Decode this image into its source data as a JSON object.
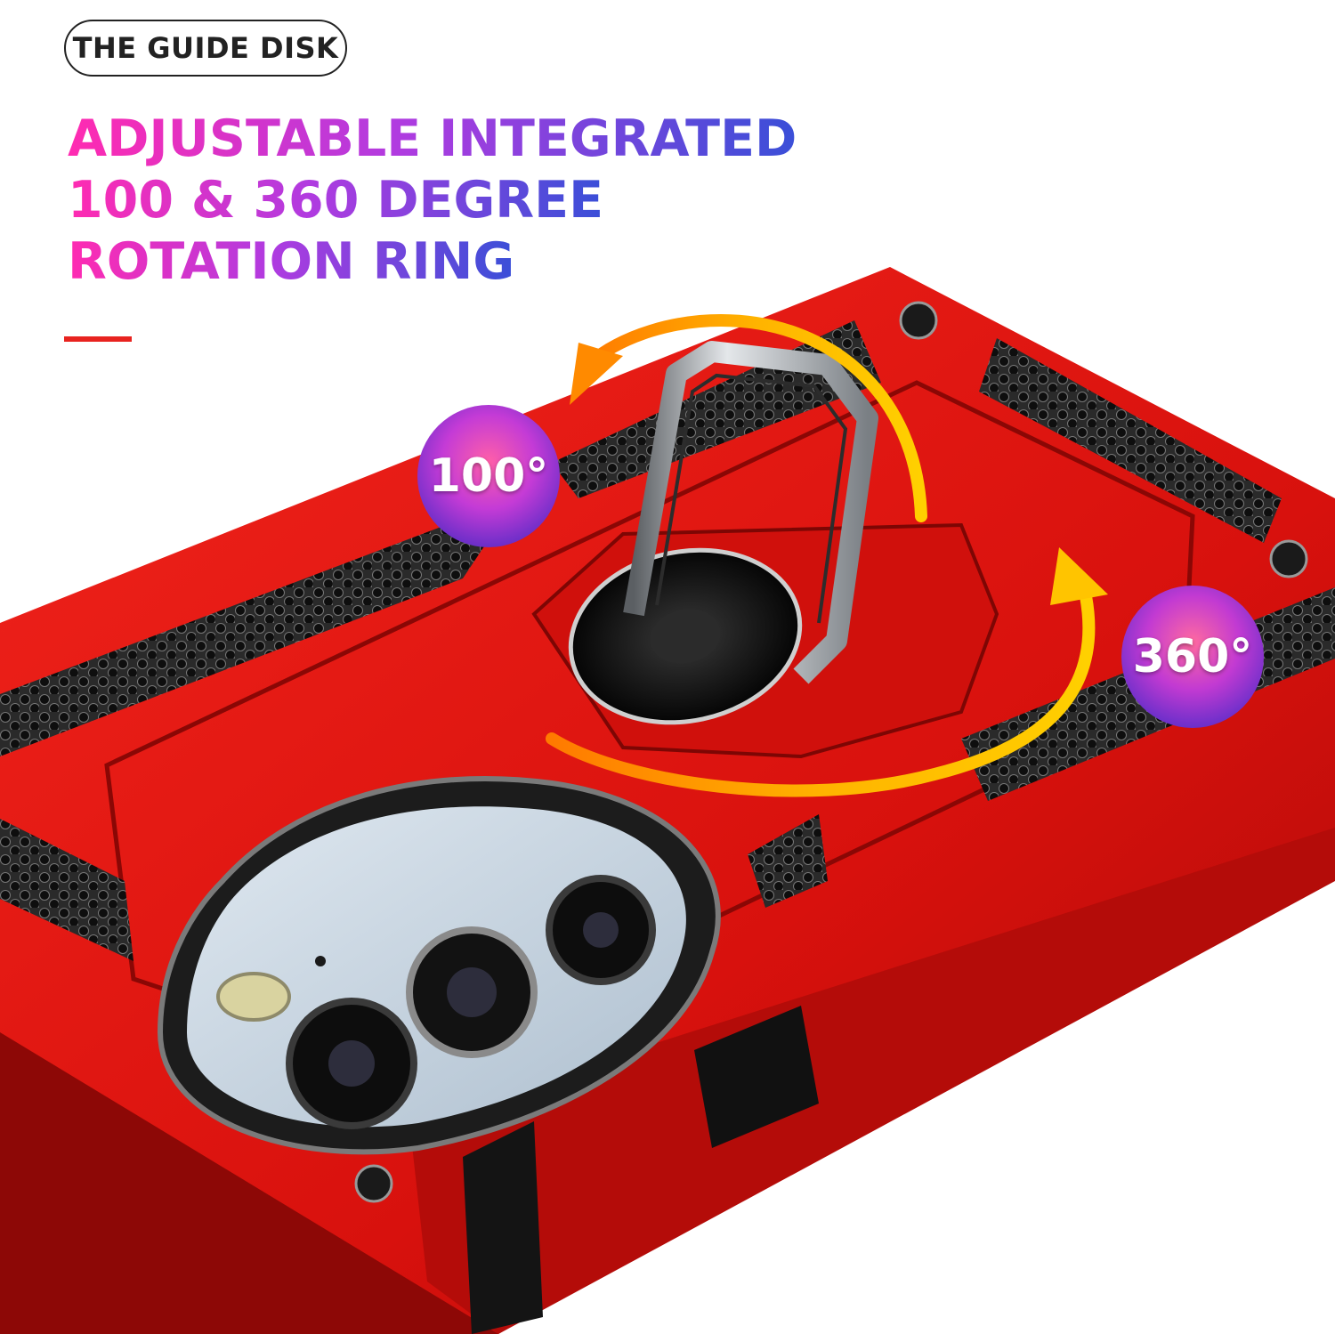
{
  "label": {
    "text": "THE GUIDE DISK"
  },
  "headline": {
    "line1": "ADJUSTABLE INTEGRATED",
    "line2": "100 & 360 DEGREE",
    "line3": "ROTATION RING"
  },
  "badges": {
    "rotation_100": "100°",
    "rotation_360": "360°"
  },
  "colors": {
    "case_red": "#e0120f",
    "accent_red": "#e8231f",
    "arrow_orange": "#f5a300",
    "heading_gradient_start": "#ff2bb1",
    "heading_gradient_end": "#3a4fd8"
  }
}
